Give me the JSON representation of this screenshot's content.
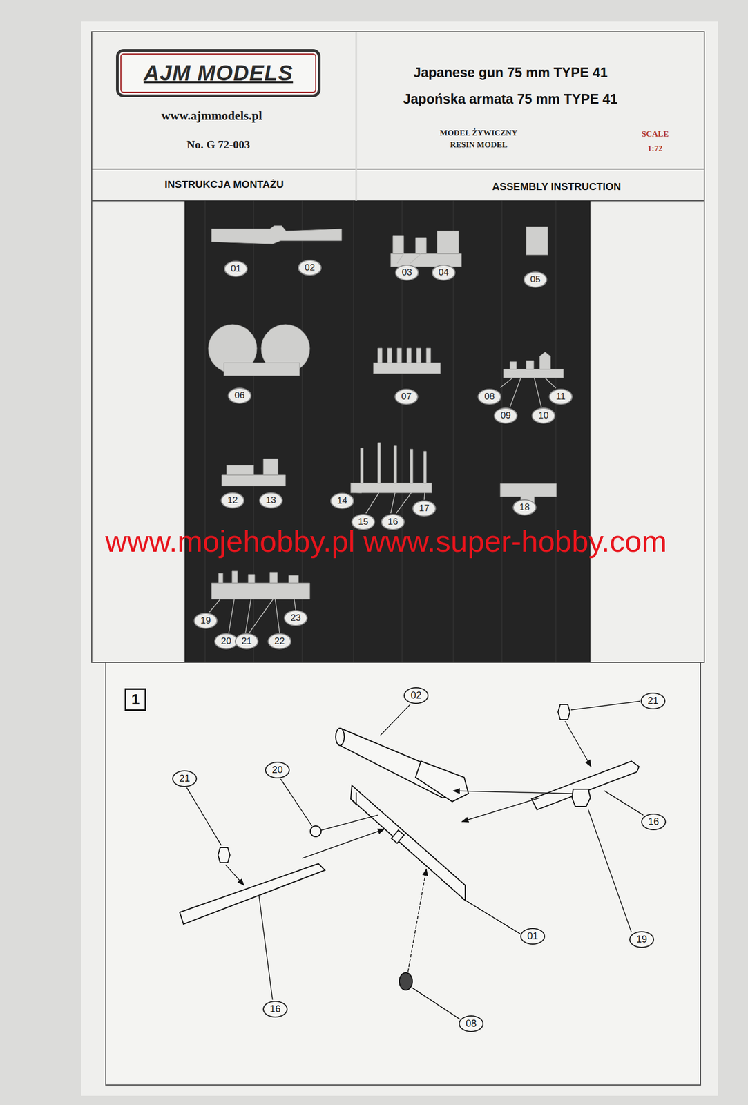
{
  "diagram": {
    "title": "Japanese gun 75 mm TYPE 41",
    "nodes": [
      {
        "text": [
          "AJM MODELS"
        ]
      },
      {
        "text": [
          "01"
        ]
      },
      {
        "text": [
          "02"
        ]
      },
      {
        "text": [
          "03"
        ]
      },
      {
        "text": [
          "04"
        ]
      },
      {
        "text": [
          "05"
        ]
      },
      {
        "text": [
          "06"
        ]
      },
      {
        "text": [
          "07"
        ]
      },
      {
        "text": [
          "08"
        ]
      },
      {
        "text": [
          "11"
        ]
      },
      {
        "text": [
          "09"
        ]
      },
      {
        "text": [
          "10"
        ]
      },
      {
        "text": [
          "12"
        ]
      },
      {
        "text": [
          "13"
        ]
      },
      {
        "text": [
          "14"
        ]
      },
      {
        "text": [
          "17"
        ]
      },
      {
        "text": [
          "18"
        ]
      },
      {
        "text": [
          "15"
        ]
      },
      {
        "text": [
          "16"
        ]
      },
      {
        "text": [
          "23"
        ]
      },
      {
        "text": [
          "19"
        ]
      },
      {
        "text": [
          "20"
        ]
      },
      {
        "text": [
          "21"
        ]
      },
      {
        "text": [
          "22"
        ]
      },
      {
        "text": [
          "1"
        ]
      },
      {
        "text": [
          "02"
        ]
      },
      {
        "text": [
          "21"
        ]
      },
      {
        "text": [
          "20"
        ]
      },
      {
        "text": [
          "21"
        ]
      },
      {
        "text": [
          "16"
        ]
      },
      {
        "text": [
          "01"
        ]
      },
      {
        "text": [
          "19"
        ]
      },
      {
        "text": [
          "16"
        ]
      },
      {
        "text": [
          "08"
        ]
      }
    ],
    "labels": [
      "www.ajmmodels.pl",
      "No. G 72-003",
      "Japońska armata 75 mm TYPE 41",
      "MODEL ŻYWICZNY",
      "RESIN MODEL",
      "SCALE",
      "1:72",
      "INSTRUKCJA MONTAŻU",
      "ASSEMBLY INSTRUCTION",
      "www.mojehobby.pl www.super-hobby.com"
    ]
  }
}
